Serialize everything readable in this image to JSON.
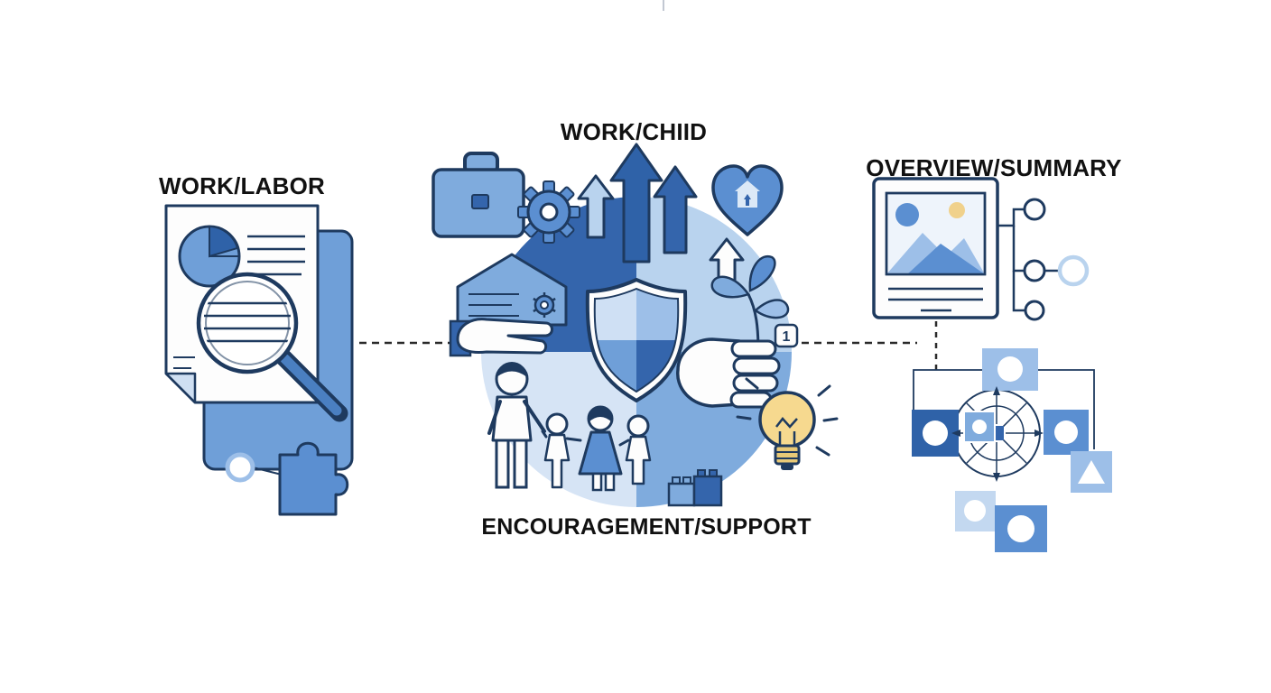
{
  "page": {
    "background": "#ffffff"
  },
  "labels": {
    "work_labor": "WORK/LABOR",
    "work_child": "WORK/CHIID",
    "encouragement_support": "ENCOURAGEMENT/SUPPORT",
    "overview_summary": "OVERVIEW/SUMMARY"
  },
  "center": {
    "plant_tag": "1"
  },
  "palette": {
    "outline": "#1e3a5f",
    "blue_darkest": "#2f62a8",
    "blue_dark": "#3465ac",
    "blue_mid": "#5b8fd1",
    "blue_soft": "#7fabdd",
    "blue_light": "#9dbfe8",
    "blue_pale": "#cfe0f4",
    "accent_yellow": "#f6d98f",
    "label_text": "#111111",
    "connector": "#2a2a2a"
  },
  "sections": {
    "left": {
      "icons": [
        "document-icon",
        "back-document-icon",
        "pie-chart-icon",
        "magnifier-icon",
        "link-circle-icon",
        "puzzle-piece-icon"
      ]
    },
    "center": {
      "icons": [
        "quadrant-circle-background",
        "briefcase-icon",
        "gear-icon",
        "growth-arrows-icon",
        "heart-house-icon",
        "small-arrow-icon",
        "shield-icon",
        "house-certificate-icon",
        "giving-hand-icon",
        "plant-icon",
        "holding-fist-icon",
        "lightbulb-icon",
        "family-icon",
        "building-blocks-icon"
      ]
    },
    "right": {
      "icons": [
        "picture-frame-icon",
        "mountain-image-icon",
        "network-nodes-icon",
        "process-cluster-icon",
        "radar-ring-icon"
      ]
    }
  },
  "connectors": {
    "style": "dashed",
    "count": 3
  }
}
